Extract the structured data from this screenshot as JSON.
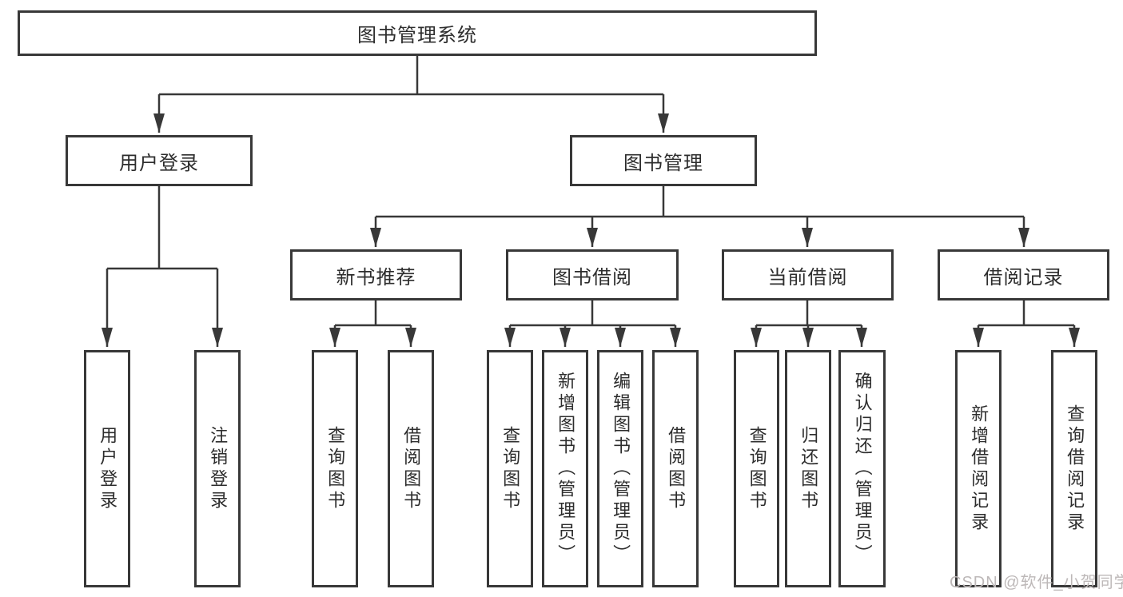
{
  "diagram": {
    "root": "图书管理系统",
    "l1": [
      "用户登录",
      "图书管理"
    ],
    "l2": [
      "新书推荐",
      "图书借阅",
      "当前借阅",
      "借阅记录"
    ],
    "leaves": {
      "login": [
        "用户登录",
        "注销登录"
      ],
      "newbook": [
        "查询图书",
        "借阅图书"
      ],
      "borrow": [
        "查询图书",
        "新增图书（管理员）",
        "编辑图书（管理员）",
        "借阅图书"
      ],
      "current": [
        "查询图书",
        "归还图书",
        "确认归还（管理员）"
      ],
      "records": [
        "新增借阅记录",
        "查询借阅记录"
      ]
    }
  },
  "watermark": {
    "text": "CSDN @软件_小贺同学"
  },
  "colors": {
    "line": "#383838",
    "box_border": "#383838",
    "text": "#2d2d2d",
    "watermark": "#bdb8b8",
    "background": "#ffffff"
  }
}
